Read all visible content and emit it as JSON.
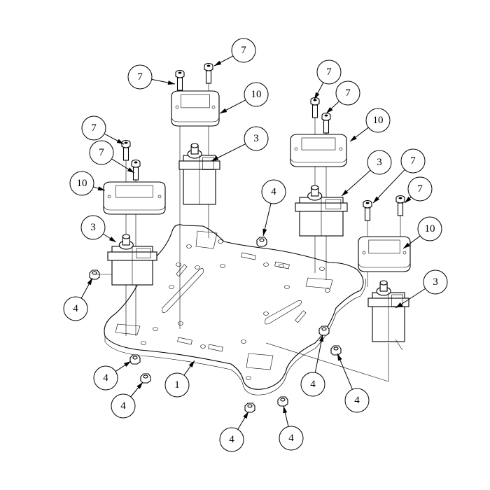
{
  "title": "Quadcopter frame exploded assembly",
  "balloons": [
    {
      "label": "7",
      "part": "bolt"
    },
    {
      "label": "7",
      "part": "bolt"
    },
    {
      "label": "10",
      "part": "servo-bracket"
    },
    {
      "label": "3",
      "part": "servo"
    },
    {
      "label": "7",
      "part": "bolt"
    },
    {
      "label": "7",
      "part": "bolt"
    },
    {
      "label": "10",
      "part": "servo-bracket"
    },
    {
      "label": "3",
      "part": "servo"
    },
    {
      "label": "7",
      "part": "bolt"
    },
    {
      "label": "7",
      "part": "bolt"
    },
    {
      "label": "10",
      "part": "servo-bracket"
    },
    {
      "label": "3",
      "part": "servo"
    },
    {
      "label": "7",
      "part": "bolt"
    },
    {
      "label": "7",
      "part": "bolt"
    },
    {
      "label": "10",
      "part": "servo-bracket"
    },
    {
      "label": "3",
      "part": "servo"
    },
    {
      "label": "4",
      "part": "nut"
    },
    {
      "label": "4",
      "part": "nut"
    },
    {
      "label": "4",
      "part": "nut"
    },
    {
      "label": "4",
      "part": "nut"
    },
    {
      "label": "1",
      "part": "base-plate"
    },
    {
      "label": "4",
      "part": "nut"
    },
    {
      "label": "4",
      "part": "nut"
    },
    {
      "label": "4",
      "part": "nut"
    },
    {
      "label": "4",
      "part": "nut"
    }
  ]
}
